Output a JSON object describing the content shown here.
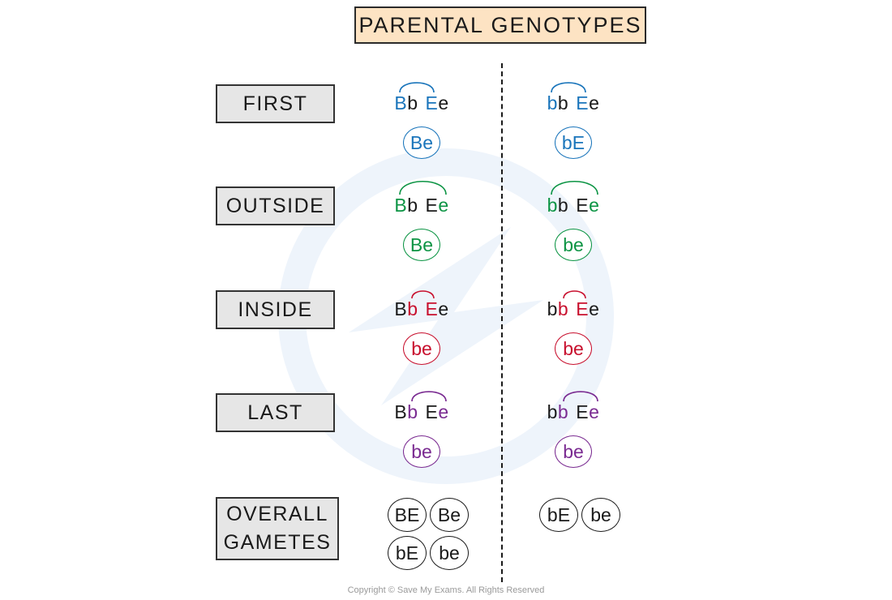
{
  "title": "PARENTAL GENOTYPES",
  "colors": {
    "first": "#1a75bb",
    "outside": "#0c9444",
    "inside": "#c8102e",
    "last": "#7a2b91",
    "black": "#1a1a1a"
  },
  "rows": [
    {
      "label": "FIRST",
      "color": "#1a75bb",
      "left": {
        "alleles": [
          "B",
          "b",
          "E",
          "e"
        ],
        "highlight": [
          0,
          2
        ],
        "gamete": "Be"
      },
      "right": {
        "alleles": [
          "b",
          "b",
          "E",
          "e"
        ],
        "highlight": [
          0,
          2
        ],
        "gamete": "bE"
      }
    },
    {
      "label": "OUTSIDE",
      "color": "#0c9444",
      "left": {
        "alleles": [
          "B",
          "b",
          "E",
          "e"
        ],
        "highlight": [
          0,
          3
        ],
        "gamete": "Be"
      },
      "right": {
        "alleles": [
          "b",
          "b",
          "E",
          "e"
        ],
        "highlight": [
          0,
          3
        ],
        "gamete": "be"
      }
    },
    {
      "label": "INSIDE",
      "color": "#c8102e",
      "left": {
        "alleles": [
          "B",
          "b",
          "E",
          "e"
        ],
        "highlight": [
          1,
          2
        ],
        "gamete": "be"
      },
      "right": {
        "alleles": [
          "b",
          "b",
          "E",
          "e"
        ],
        "highlight": [
          1,
          2
        ],
        "gamete": "be"
      }
    },
    {
      "label": "LAST",
      "color": "#7a2b91",
      "left": {
        "alleles": [
          "B",
          "b",
          "E",
          "e"
        ],
        "highlight": [
          1,
          3
        ],
        "gamete": "be"
      },
      "right": {
        "alleles": [
          "b",
          "b",
          "E",
          "e"
        ],
        "highlight": [
          1,
          3
        ],
        "gamete": "be"
      }
    }
  ],
  "overall": {
    "label": "OVERALL\nGAMETES",
    "left": [
      "BE",
      "Be",
      "bE",
      "be"
    ],
    "right": [
      "bE",
      "be"
    ]
  },
  "copyright": "Copyright © Save My Exams. All Rights Reserved"
}
